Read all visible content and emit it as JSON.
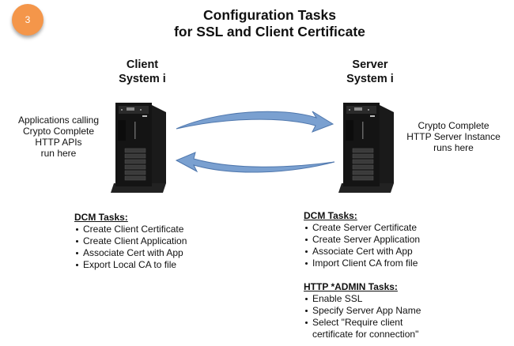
{
  "badge": {
    "number": "3",
    "color": "#f4964a"
  },
  "title": {
    "line1": "Configuration Tasks",
    "line2": "for SSL and Client Certificate"
  },
  "client": {
    "label_line1": "Client",
    "label_line2": "System i",
    "description": [
      "Applications calling",
      "Crypto Complete",
      "HTTP APIs",
      "run here"
    ],
    "dcm_heading": "DCM Tasks:",
    "dcm_tasks": [
      "Create Client Certificate",
      "Create Client Application",
      "Associate Cert with App",
      "Export Local CA to file"
    ]
  },
  "server": {
    "label_line1": "Server",
    "label_line2": "System i",
    "description": [
      "Crypto Complete",
      "HTTP Server Instance",
      "runs here"
    ],
    "dcm_heading": "DCM Tasks:",
    "dcm_tasks": [
      "Create Server Certificate",
      "Create Server Application",
      "Associate Cert with App",
      "Import Client CA from file"
    ],
    "admin_heading": "HTTP *ADMIN Tasks:",
    "admin_tasks": [
      "Enable SSL",
      "Specify Server App Name",
      "Select \"Require client",
      "certificate for connection\""
    ]
  },
  "arrow_color": "#6f96c8"
}
